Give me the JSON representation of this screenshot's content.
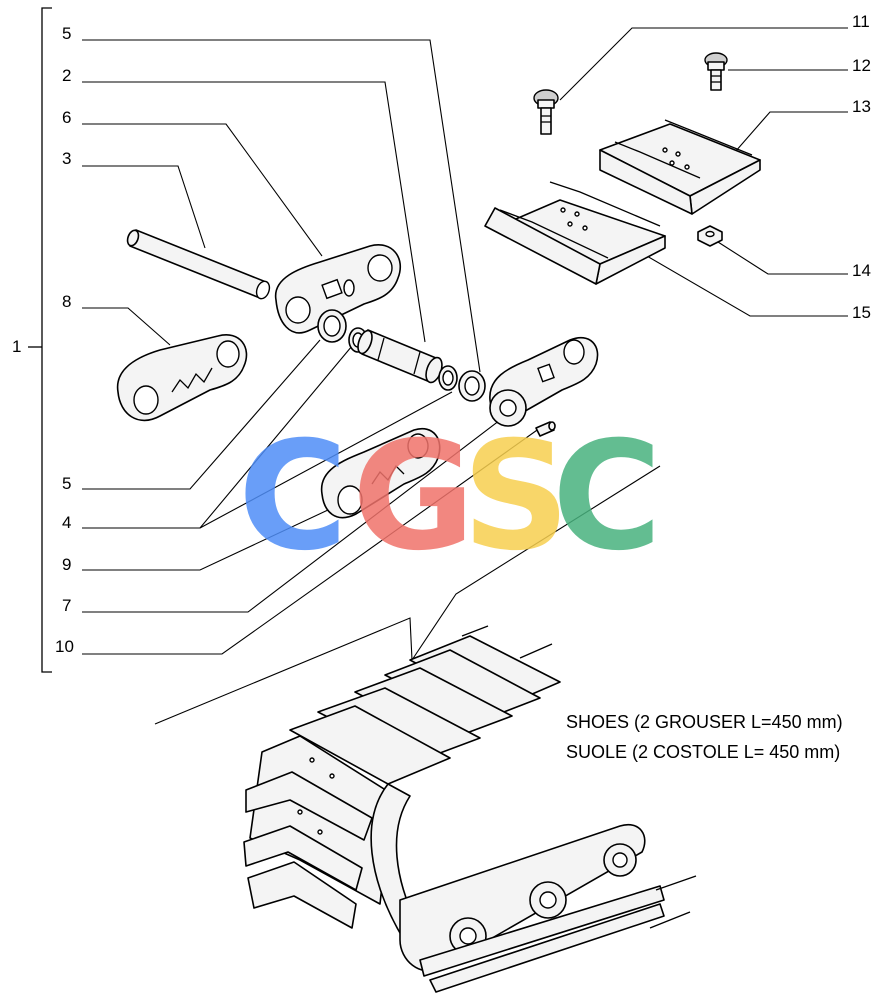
{
  "callouts_left": [
    "5",
    "2",
    "6",
    "3",
    "8",
    "5",
    "4",
    "9",
    "7",
    "10"
  ],
  "callouts_right": [
    "11",
    "12",
    "13",
    "14",
    "15"
  ],
  "group_label": "1",
  "caption": {
    "line1": "SHOES (2 GROUSER L=450 mm)",
    "line2": "SUOLE (2 COSTOLE L= 450 mm)"
  },
  "watermark": {
    "letters": [
      "C",
      "G",
      "S",
      "C"
    ],
    "colors": [
      "#4f8ef7",
      "#f0736b",
      "#f7cf4f",
      "#48b27e"
    ]
  }
}
